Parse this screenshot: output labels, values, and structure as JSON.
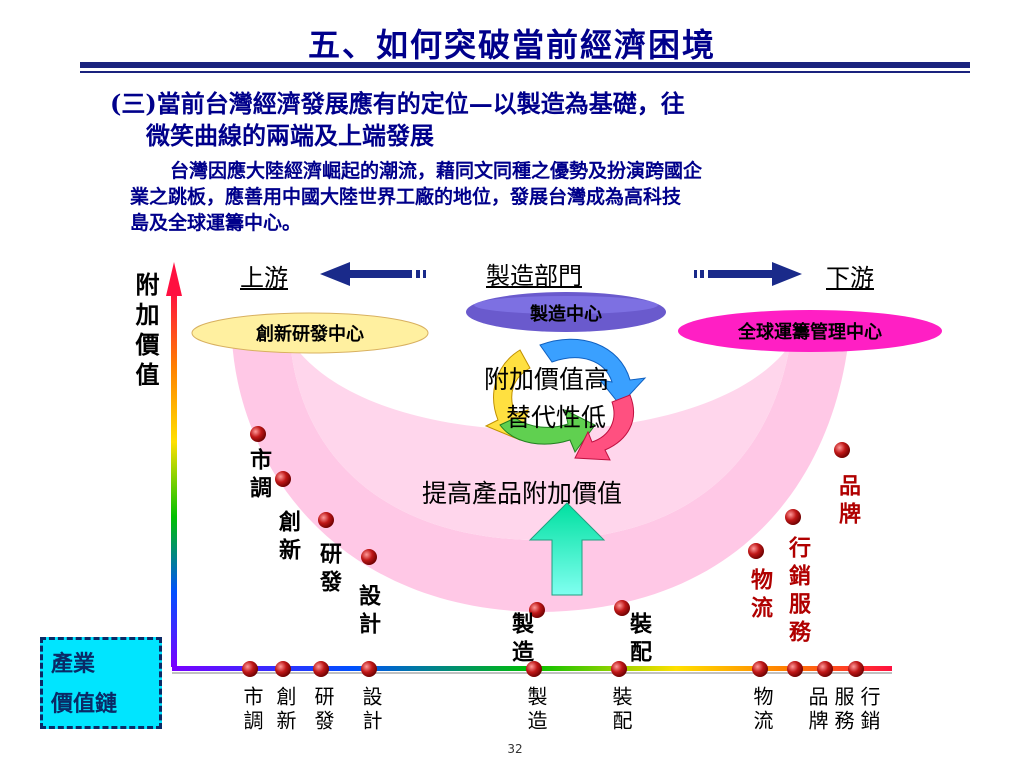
{
  "slide": {
    "title": "五、如何突破當前經濟困境",
    "heading_line1": "(三)當前台灣經濟發展應有的定位—以製造為基礎，往",
    "heading_line2": "微笑曲線的兩端及上端發展",
    "para_line1": "台灣因應大陸經濟崛起的潮流，藉同文同種之優勢及扮演跨國企",
    "para_line2": "業之跳板，應善用中國大陸世界工廠的地位，發展台灣成為高科技",
    "para_line3": "島及全球運籌中心。",
    "page_number": "32"
  },
  "diagram": {
    "upstream": "上游",
    "manufacturing_dept": "製造部門",
    "downstream": "下游",
    "y_axis_label": "附加價值",
    "center_manufacturing": "製造中心",
    "left_center": "創新研發中心",
    "right_center": "全球運籌管理中心",
    "center_text_1": "附加價值高",
    "center_text_2": "替代性低",
    "raise_value": "提高產品附加價值",
    "chain_line1": "產業",
    "chain_line2": "價值鏈",
    "curve_labels": {
      "market": "市調",
      "innovation": "創新",
      "rnd": "研發",
      "design": "設計",
      "manufacture": "製造",
      "assembly": "裝配",
      "logistics": "物流",
      "sales_service": "行銷服務",
      "brand": "品牌"
    },
    "bottom_labels": [
      "市調",
      "創新",
      "研發",
      "設計",
      "製造",
      "裝配",
      "物流",
      "行銷服務品牌"
    ],
    "colors": {
      "title": "#00008b",
      "smile": "#ffc8e6",
      "left_pill": "#fff0a0",
      "center_pill": "#6a5acd",
      "right_pill": "#ff1fc4",
      "chain_box": "#00e5ff",
      "dot": "#b01818",
      "arrow_up": "#40f0c0"
    }
  }
}
